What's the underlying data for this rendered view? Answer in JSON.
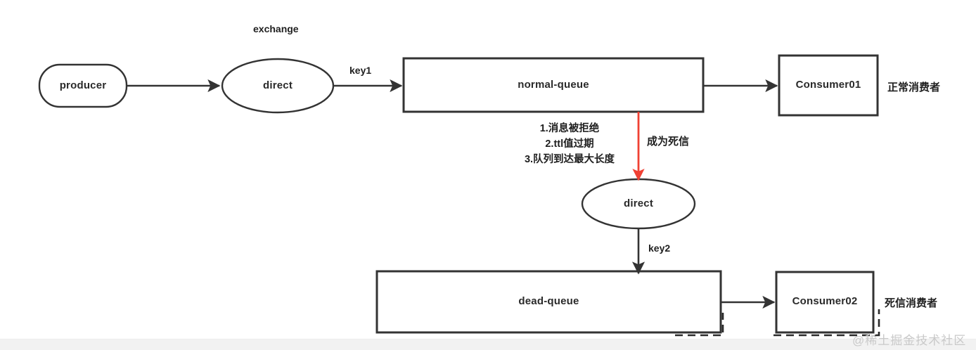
{
  "diagram": {
    "title_note": "RabbitMQ dead letter queue flow diagram",
    "nodes": {
      "producer": {
        "label": "producer",
        "shape": "rounded-rect"
      },
      "exchange_direct_top": {
        "label": "direct",
        "shape": "ellipse"
      },
      "normal_queue": {
        "label": "normal-queue",
        "shape": "rect"
      },
      "consumer01": {
        "label": "Consumer01",
        "shape": "rect"
      },
      "exchange_direct_bottom": {
        "label": "direct",
        "shape": "ellipse"
      },
      "dead_queue": {
        "label": "dead-queue",
        "shape": "rect"
      },
      "consumer02": {
        "label": "Consumer02",
        "shape": "rect"
      }
    },
    "labels": {
      "exchange": "exchange",
      "key1": "key1",
      "key2": "key2",
      "become_dead_letter": "成为死信",
      "normal_consumer": "正常消费者",
      "dead_letter_consumer": "死信消费者"
    },
    "dead_letter_reasons": [
      "1.消息被拒绝",
      "2.ttl值过期",
      "3.队列到达最大长度"
    ],
    "colors": {
      "stroke": "#333333",
      "red_arrow": "#f04134",
      "text": "#1f1f1f",
      "background": "#ffffff",
      "bottom_bar": "#f2f2f2",
      "watermark": "#c9c9c9"
    }
  },
  "watermark": {
    "text": "@稀土掘金技术社区"
  }
}
